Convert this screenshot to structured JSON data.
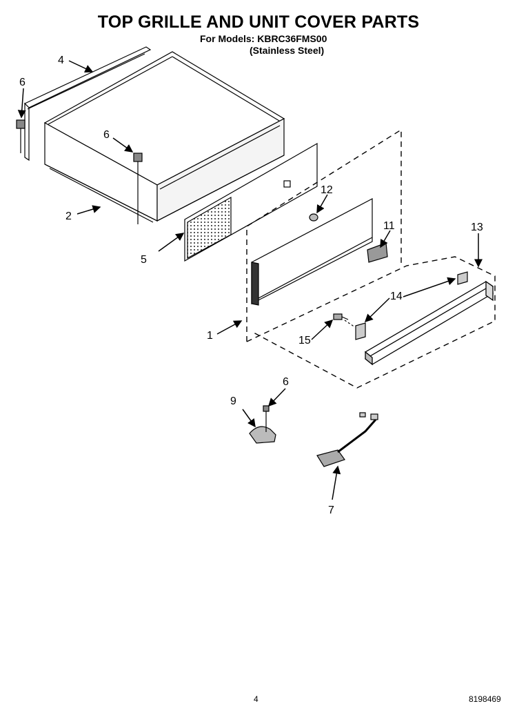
{
  "header": {
    "title": "TOP GRILLE AND UNIT COVER PARTS",
    "models_line": "For Models: KBRC36FMS00",
    "material": "(Stainless Steel)"
  },
  "callouts": {
    "c1": "1",
    "c2": "2",
    "c4": "4",
    "c5": "5",
    "c6a": "6",
    "c6b": "6",
    "c6c": "6",
    "c7": "7",
    "c9": "9",
    "c11": "11",
    "c12": "12",
    "c13": "13",
    "c14": "14",
    "c15": "15"
  },
  "footer": {
    "page_number": "4",
    "document_number": "8198469"
  }
}
